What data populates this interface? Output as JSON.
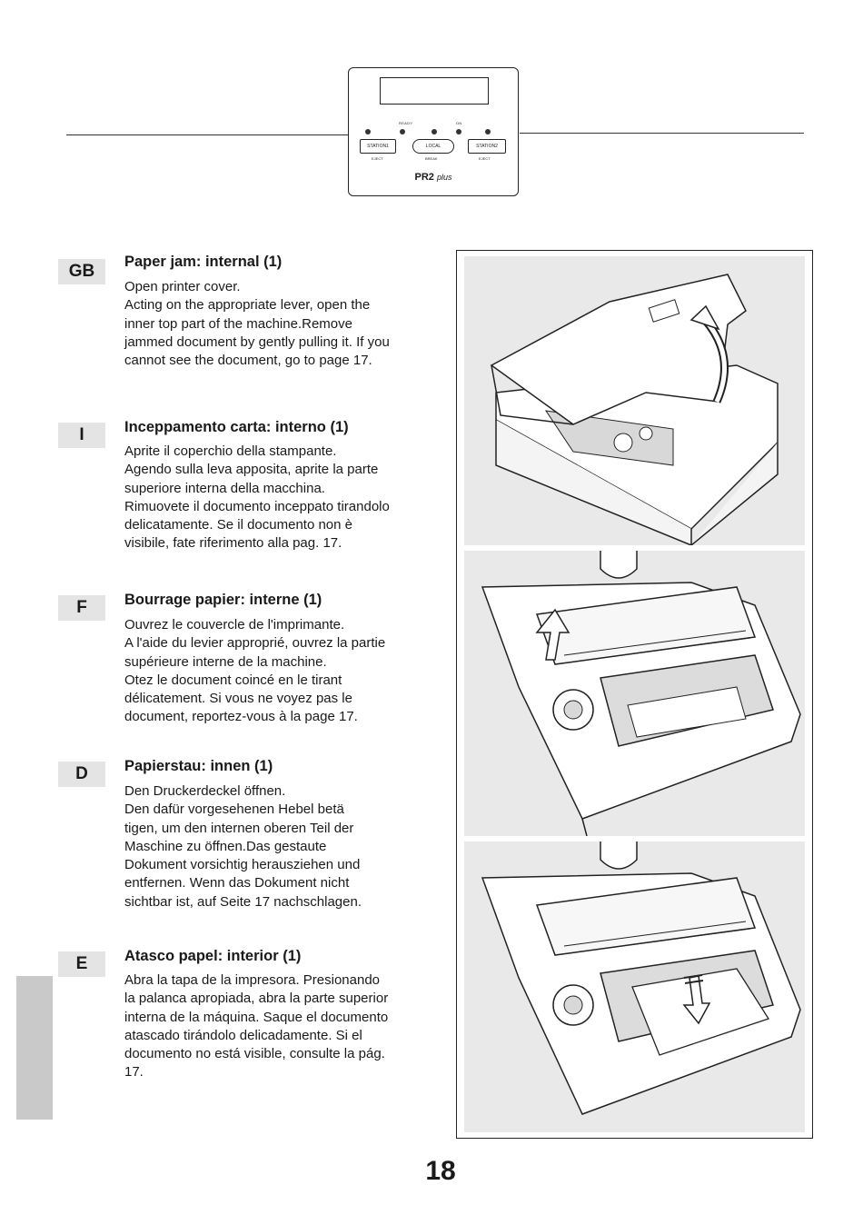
{
  "panel": {
    "led_ready": "READY",
    "led_on": "ON",
    "btn_station1": "STATION1",
    "btn_local": "LOCAL",
    "btn_station2": "STATION2",
    "sub_eject_left": "EJECT",
    "sub_break": "BREAK",
    "sub_eject_right": "EJECT",
    "model_name": "PR2",
    "model_suffix": "plus"
  },
  "sections": [
    {
      "lang": "GB",
      "title": "Paper jam: internal (1)",
      "lines": [
        "Open printer cover.",
        "Acting on the appropriate lever, open the",
        "inner top part of the machine.Remove",
        "jammed document by gently pulling it. If you",
        "cannot see the document, go to page 17."
      ]
    },
    {
      "lang": "I",
      "title": "Inceppamento carta: interno (1)",
      "lines": [
        "Aprite il coperchio della stampante.",
        "Agendo sulla leva apposita, aprite la parte",
        "superiore interna della macchina.",
        "Rimuovete il documento inceppato tirandolo",
        "delicatamente. Se il documento non è",
        "visibile, fate riferimento alla pag. 17."
      ]
    },
    {
      "lang": "F",
      "title": "Bourrage papier: interne (1)",
      "lines": [
        "Ouvrez le couvercle de l'imprimante.",
        "A l'aide du levier approprié, ouvrez la partie",
        "supérieure interne de la machine.",
        "Otez le document coincé en le tirant",
        "délicatement. Si vous ne voyez pas le",
        "document, reportez-vous à la page 17."
      ]
    },
    {
      "lang": "D",
      "title": "Papierstau: innen (1)",
      "lines": [
        "Den Druckerdeckel öffnen.",
        "Den dafür vorgesehenen Hebel betä",
        "tigen, um den internen oberen Teil der",
        "Maschine zu öffnen.Das gestaute",
        "Dokument vorsichtig herausziehen und",
        "entfernen. Wenn das Dokument nicht",
        "sichtbar ist, auf Seite 17 nachschlagen."
      ]
    },
    {
      "lang": "E",
      "title": "Atasco papel: interior (1)",
      "lines": [
        "Abra la tapa de la impresora. Presionando",
        "la palanca apropiada, abra la parte superior",
        "interna de la máquina. Saque el documento",
        "atascado tirándolo delicadamente. Si el",
        "documento no está visible, consulte la pág.",
        "17."
      ]
    }
  ],
  "page_number": "18"
}
